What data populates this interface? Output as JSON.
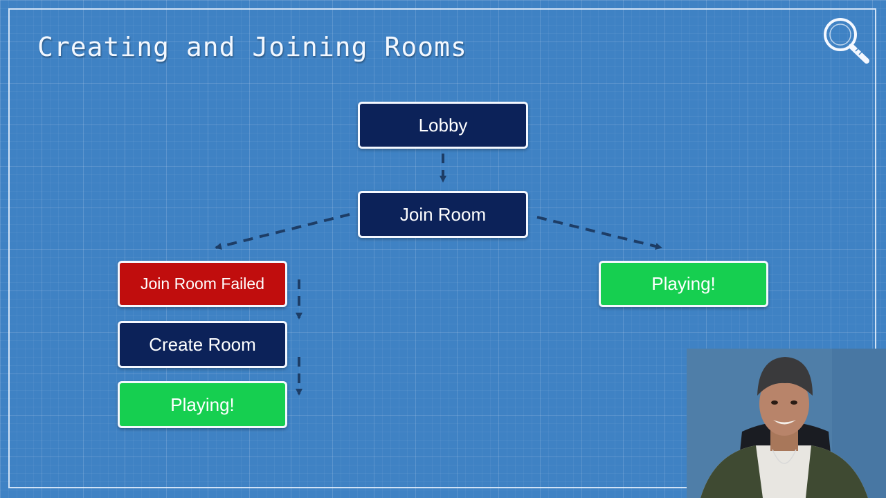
{
  "slide": {
    "title": "Creating and Joining Rooms"
  },
  "diagram": {
    "nodes": {
      "lobby": "Lobby",
      "join_room": "Join Room",
      "join_room_failed": "Join Room Failed",
      "create_room": "Create Room",
      "playing_left": "Playing!",
      "playing_right": "Playing!"
    }
  },
  "colors": {
    "background": "#3f82c4",
    "navy_box": "#0c2259",
    "failed_box": "#c00d0d",
    "success_box": "#16cf50",
    "arrow": "#1d3d66"
  },
  "icons": {
    "logo": "magnifying-glass-icon"
  }
}
